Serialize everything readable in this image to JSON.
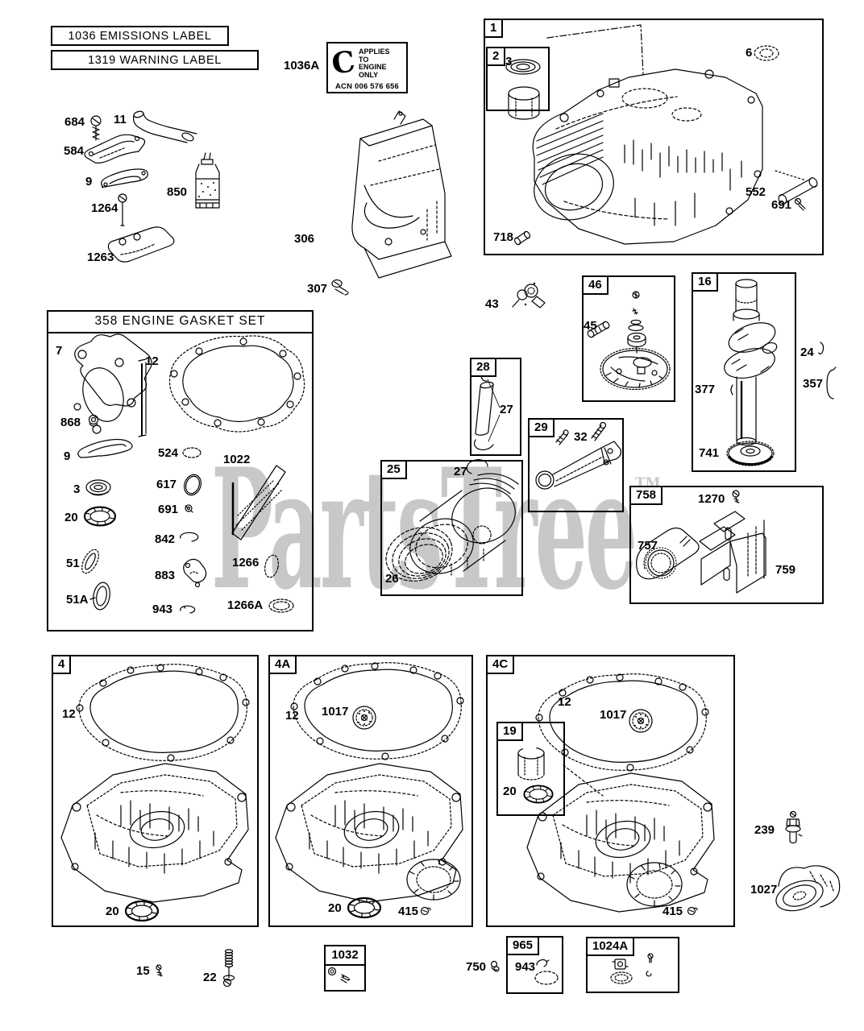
{
  "watermark": {
    "text": "PartsTree",
    "tm": "TM",
    "color": "#c8c8c8"
  },
  "header_labels": {
    "emissions": "1036 EMISSIONS LABEL",
    "warning": "1319 WARNING LABEL"
  },
  "logo": {
    "callout": "1036A",
    "glyph": "C",
    "line1": "APPLIES",
    "line2": "TO",
    "line3": "ENGINE",
    "line4": "ONLY",
    "acn": "ACN 006 576 656"
  },
  "gasket_set": {
    "title": "358 ENGINE GASKET SET"
  },
  "boxes": {
    "b1": "1",
    "b2": "2",
    "b46": "46",
    "b16": "16",
    "b28": "28",
    "b29": "29",
    "b25": "25",
    "b758": "758",
    "b4": "4",
    "b4a": "4A",
    "b4c": "4C",
    "b19": "19",
    "b1032": "1032",
    "b965": "965",
    "b1024a": "1024A"
  },
  "callouts": {
    "n1036a": "1036A",
    "n684": "684",
    "n11": "11",
    "n584": "584",
    "n9_top": "9",
    "n850": "850",
    "n1264": "1264",
    "n1263": "1263",
    "n306": "306",
    "n307": "307",
    "n3_box2": "3",
    "n6": "6",
    "n552": "552",
    "n691_top": "691",
    "n718": "718",
    "n43": "43",
    "n45": "45",
    "n377": "377",
    "n741": "741",
    "n24": "24",
    "n357": "357",
    "n27_pin": "27",
    "n32": "32",
    "n27_ring": "27",
    "n26": "26",
    "n1270": "1270",
    "n757": "757",
    "n759": "759",
    "n7": "7",
    "n12_gs": "12",
    "n868": "868",
    "n9_gs": "9",
    "n524": "524",
    "n1022": "1022",
    "n3_gs": "3",
    "n617": "617",
    "n20_gs": "20",
    "n691_gs": "691",
    "n842": "842",
    "n51": "51",
    "n883": "883",
    "n51a": "51A",
    "n943_gs": "943",
    "n1266": "1266",
    "n1266a": "1266A",
    "n12_4": "12",
    "n20_4": "20",
    "n12_4a": "12",
    "n1017_4a": "1017",
    "n20_4a": "20",
    "n415_4a": "415",
    "n12_4c": "12",
    "n1017_4c": "1017",
    "n20_19": "20",
    "n415_4c": "415",
    "n239": "239",
    "n1027": "1027",
    "n15": "15",
    "n22": "22",
    "n750": "750",
    "n943_965": "943"
  }
}
